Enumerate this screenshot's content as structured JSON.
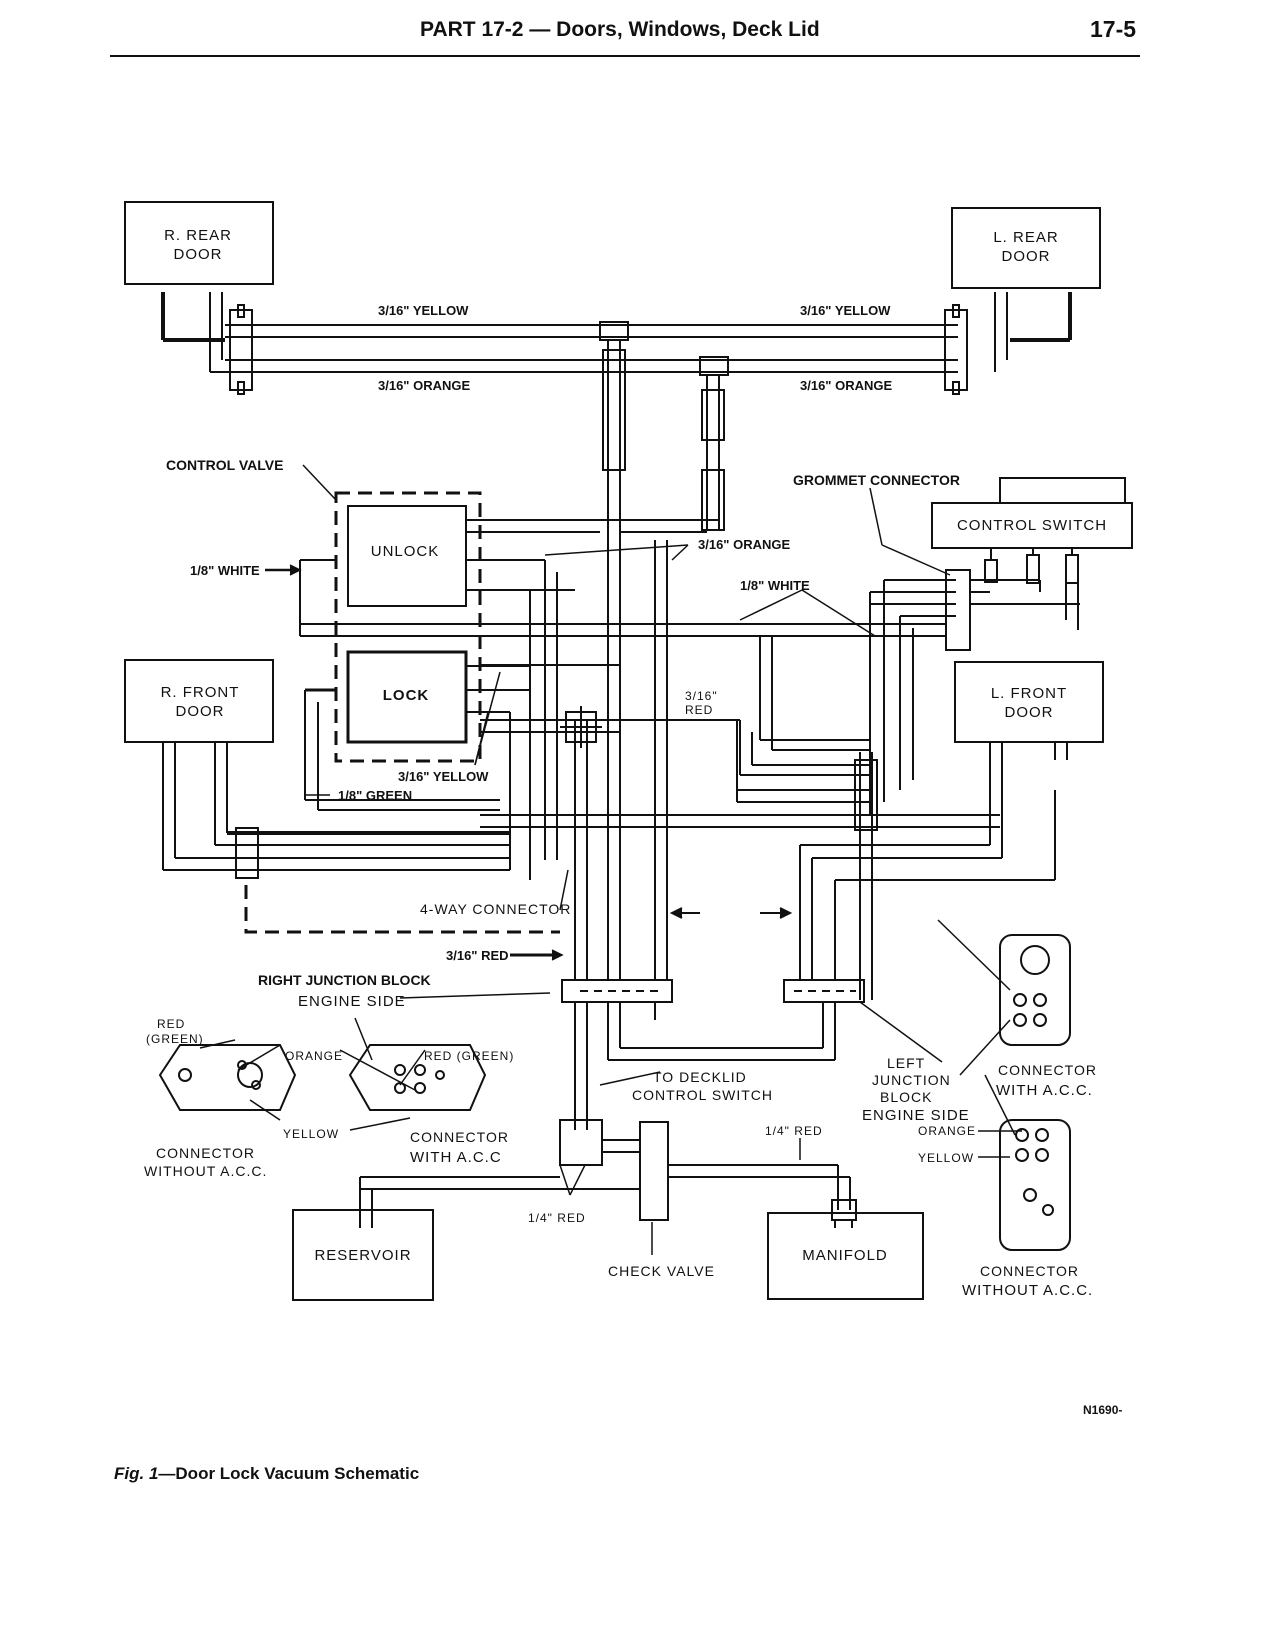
{
  "header": {
    "title_part": "PART 17-2",
    "title_sep": " — ",
    "title_rest": "Doors, Windows, Deck Lid",
    "page_number": "17-5"
  },
  "diagram": {
    "boxes": {
      "r_rear_door": [
        "R. REAR",
        "DOOR"
      ],
      "l_rear_door": [
        "L. REAR",
        "DOOR"
      ],
      "r_front_door": [
        "R. FRONT",
        "DOOR"
      ],
      "l_front_door": [
        "L. FRONT",
        "DOOR"
      ],
      "control_switch": "CONTROL SWITCH",
      "unlock": "UNLOCK",
      "lock": "LOCK",
      "reservoir": "RESERVOIR",
      "manifold": "MANIFOLD"
    },
    "labels": {
      "yellow_left": "3/16\" YELLOW",
      "yellow_right": "3/16\" YELLOW",
      "orange_left": "3/16\" ORANGE",
      "orange_right": "3/16\" ORANGE",
      "control_valve": "CONTROL VALVE",
      "grommet_connector": "GROMMET CONNECTOR",
      "orange_mid": "3/16\" ORANGE",
      "white_left": "1/8\" WHITE",
      "white_right": "1/8\" WHITE",
      "red_mid_1": "3/16\"",
      "red_mid_2": "RED",
      "yellow_lock": "3/16\" YELLOW",
      "green": "1/8\" GREEN",
      "four_way": "4-WAY CONNECTOR",
      "red_junction": "3/16\" RED",
      "right_junction": "RIGHT JUNCTION BLOCK",
      "engine_side_right": "ENGINE SIDE",
      "red_green_1": "RED",
      "red_green_2": "(GREEN)",
      "orange_conn": "ORANGE",
      "red_green_conn": "RED (GREEN)",
      "yellow_conn": "YELLOW",
      "connector_without_1": "CONNECTOR",
      "connector_without_2": "WITHOUT A.C.C.",
      "connector_with_1": "CONNECTOR",
      "connector_with_2": "WITH A.C.C",
      "to_decklid_1": "TO DECKLID",
      "to_decklid_2": "CONTROL SWITCH",
      "left_junction_1": "LEFT",
      "left_junction_2": "JUNCTION",
      "left_junction_3": "BLOCK",
      "engine_side_left": "ENGINE SIDE",
      "connector_with_r1": "CONNECTOR",
      "connector_with_r2": "WITH A.C.C.",
      "orange_r": "ORANGE",
      "yellow_r": "YELLOW",
      "red_quarter_top": "1/4\" RED",
      "red_quarter_bottom": "1/4\" RED",
      "check_valve": "CHECK VALVE",
      "connector_without_r1": "CONNECTOR",
      "connector_without_r2": "WITHOUT A.C.C."
    }
  },
  "figure_code": "N1690-",
  "caption": {
    "fig": "Fig. 1",
    "text": "—Door Lock Vacuum Schematic"
  }
}
